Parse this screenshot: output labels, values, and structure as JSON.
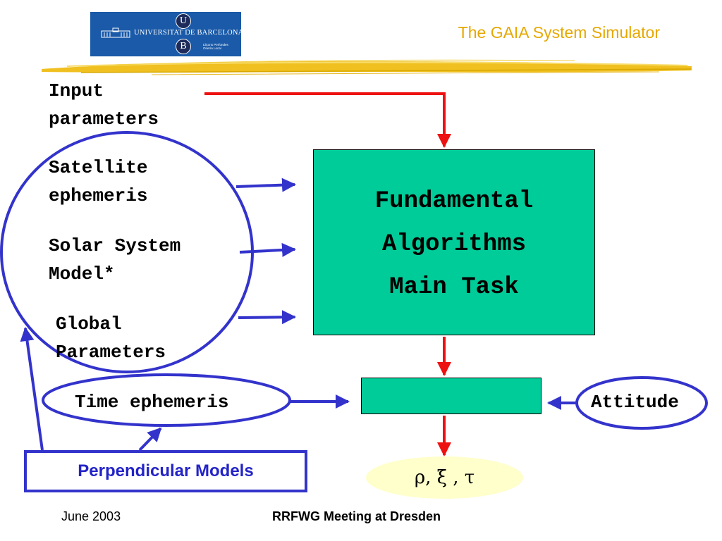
{
  "header": {
    "logo": {
      "initial_top": "U",
      "initial_bottom": "B",
      "university": "UNIVERSITAT DE BARCELONA",
      "subtext": "Lliçons Perfondes\nOnería Local"
    },
    "title": "The GAIA System Simulator"
  },
  "inputs": {
    "input_parameters": [
      "Input",
      "parameters"
    ],
    "satellite_ephemeris": [
      "Satellite",
      "ephemeris"
    ],
    "solar_system_model": [
      "Solar System",
      "Model*"
    ],
    "global_parameters": [
      "Global",
      "Parameters"
    ],
    "time_ephemeris": "Time ephemeris",
    "attitude": "Attitude"
  },
  "main_task": [
    "Fundamental",
    "Algorithms",
    "Main Task"
  ],
  "perpendicular_models": "Perpendicular Models",
  "output": "ρ, ξ , τ",
  "footer": {
    "date": "June 2003",
    "event": "RRFWG Meeting at Dresden"
  },
  "colors": {
    "title": "#e6a800",
    "box_fill": "#00cc99",
    "arrow_red": "#ee1111",
    "outline_blue": "#3333cc",
    "output_fill": "#ffffcc",
    "swoosh": "#f0c020"
  }
}
